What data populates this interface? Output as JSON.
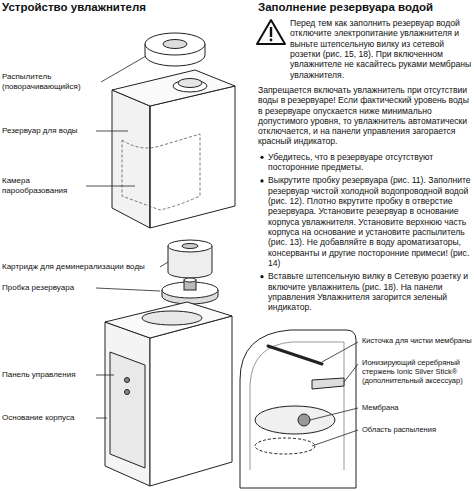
{
  "diagram": {
    "labels": [
      "Устройство увлажнителя",
      "Распылитель (поворачивающийся)",
      "Резервуар для воды",
      "Камера парообразования",
      "Картридж для деминерализации воды",
      "Пробка резервуара",
      "Панель управления",
      "Основание корпуса",
      "Заполнение резервуара водой",
      "Перед тем как заполнить резервуар водой отключите электропитание увлажнителя и выньте штепсельную вилку из сетевой розетки (рис. 15, 18). При включенном увлажнителе не касайтесь руками мембраны увлажнителя.",
      "Запрещается включать увлажнитель при отсутствии воды в резервуаре! Если фактический уровень воды в резервуаре опускается ниже минимально допустимого уровня, то увлажнитель автоматически отключается, и на панели управления загорается красный индикатор.",
      "Убедитесь, что в резервуаре отсутствуют посторонние предметы.",
      "Выкрутите пробку резервуара (рис. 11). Заполните резервуар чистой холодной водопроводной водой (рис. 12). Плотно вкрутите пробку в отверстие резервуара. Установите резервуар в основание корпуса увлажнителя. Установите верхнюю часть корпуса на основание и установите распылитель (рис. 13). Не добавляйте в воду ароматизаторы, консерванты и другие посторонние примеси! (рис. 14)",
      "Вставьте штепсельную вилку в Сетевую розетку и включите увлажнитель (рис. 18). На панели управления Увлажнителя загорится зеленый индикатор.",
      "Кисточка для чистки мембраны",
      "Ионизирующий серебряный стержень Ionic Silver Stick® (дополнительный аксессуар)",
      "Мембрана",
      "Область распыления"
    ]
  }
}
